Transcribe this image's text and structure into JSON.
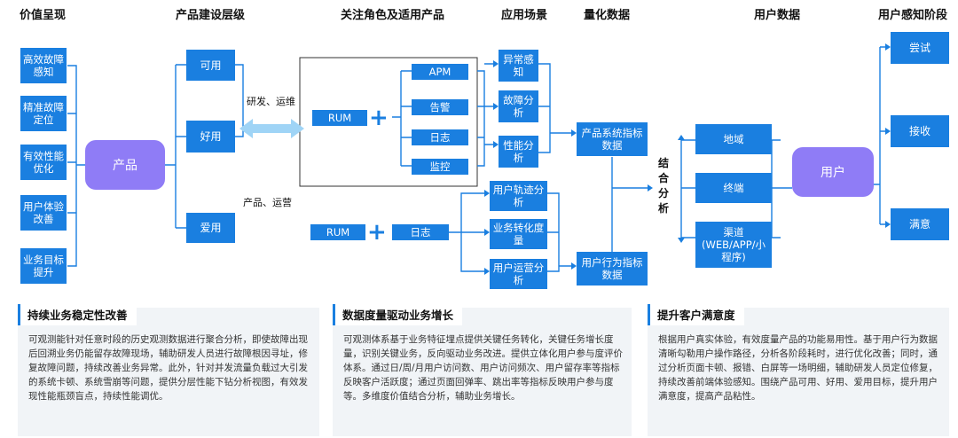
{
  "headers": [
    "价值呈现",
    "产品建设层级",
    "关注角色及适用产品",
    "应用场景",
    "量化数据",
    "用户数据",
    "用户感知阶段"
  ],
  "value": [
    "高效故障感知",
    "精准故障定位",
    "有效性能优化",
    "用户体验改善",
    "业务目标提升"
  ],
  "product": "产品",
  "levels": {
    "l1": "可用",
    "l2": "好用",
    "l3": "爱用"
  },
  "roles": {
    "r1": "研发、运维",
    "r2": "产品、运营"
  },
  "rum": "RUM",
  "apm": [
    "APM",
    "告警",
    "日志",
    "监控"
  ],
  "log2": "日志",
  "scenes": {
    "s1": "异常感知",
    "s2": "故障分析",
    "s3": "性能分析",
    "s4": "用户轨迹分析",
    "s5": "业务转化度量",
    "s6": "用户运营分析"
  },
  "quant": {
    "q1": "产品系统指标数据",
    "q2": "用户行为指标数据"
  },
  "combine": "结合分析",
  "userdata": {
    "u1": "地域",
    "u2": "终端",
    "u3": "渠道(WEB/APP/小程序)"
  },
  "user": "用户",
  "stages": [
    "尝试",
    "接收",
    "满意"
  ],
  "panels": [
    {
      "title": "持续业务稳定性改善",
      "body": "可观测能针对任意时段的历史观测数据进行聚合分析，即使故障出现后回溯业务仍能留存故障现场，辅助研发人员进行故障根因寻址，修复故障问题，持续改善业务异常。此外，针对并发流量负载过大引发的系统卡顿、系统雪崩等问题，提供分层性能下钻分析视图，有效发现性能瓶颈盲点，持续性能调优。"
    },
    {
      "title": "数据度量驱动业务增长",
      "body": "可观测体系基于业务特征埋点提供关键任务转化，关键任务增长度量，识别关键业务，反向驱动业务改进。提供立体化用户参与度评价体系。通过日/周/月用户访问数、用户访问频次、用户留存率等指标反映客户活跃度；通过页面回弹率、跳出率等指标反映用户参与度等。多维度价值结合分析，辅助业务增长。"
    },
    {
      "title": "提升客户满意度",
      "body": "根据用户真实体验，有效度量产品的功能易用性。基于用户行为数据清晰勾勒用户操作路径，分析各阶段耗时，进行优化改善；同时，通过分析页面卡顿、报错、白屏等一场明细，辅助研发人员定位修复，持续改善前端体验感知。围绕产品可用、好用、爱用目标，提升用户满意度，提高产品粘性。"
    }
  ]
}
